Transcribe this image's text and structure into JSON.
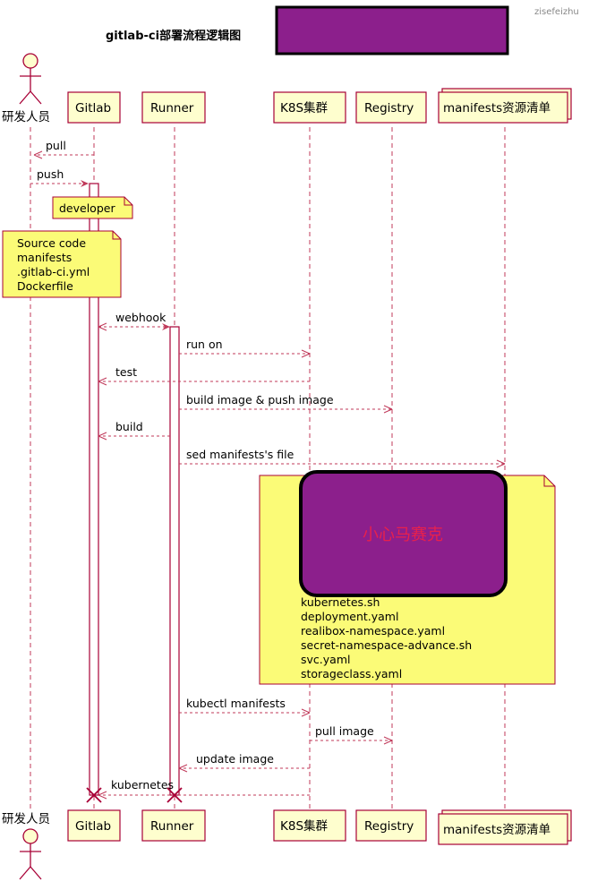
{
  "title": "gitlab-ci部署流程逻辑图",
  "watermark": "zisefeizhu",
  "participants": [
    {
      "id": "dev",
      "label": "研发人员",
      "type": "actor"
    },
    {
      "id": "gitlab",
      "label": "Gitlab",
      "type": "box"
    },
    {
      "id": "runner",
      "label": "Runner",
      "type": "box"
    },
    {
      "id": "k8s",
      "label": "K8S集群",
      "type": "box"
    },
    {
      "id": "registry",
      "label": "Registry",
      "type": "box"
    },
    {
      "id": "manifests",
      "label": "manifests资源清单",
      "type": "stack"
    }
  ],
  "messages": [
    {
      "label": "pull"
    },
    {
      "label": "push"
    },
    {
      "label": "webhook"
    },
    {
      "label": "run on"
    },
    {
      "label": "test"
    },
    {
      "label": "build image & push image"
    },
    {
      "label": "build"
    },
    {
      "label": "sed manifests's file"
    },
    {
      "label": "kubectl manifests"
    },
    {
      "label": "pull image"
    },
    {
      "label": "update image"
    },
    {
      "label": "kubernetes"
    }
  ],
  "notes": {
    "developer": [
      "developer"
    ],
    "source": [
      "Source code",
      "manifests",
      ".gitlab-ci.yml",
      "Dockerfile"
    ],
    "files": [
      "kubernetes.sh",
      "deployment.yaml",
      "realibox-namespace.yaml",
      "secret-namespace-advance.sh",
      "svc.yaml",
      "storageclass.yaml"
    ]
  },
  "mosaic_text": "小心马赛克",
  "colors": {
    "line": "#c0395a",
    "box_fill": "#fefece",
    "note_fill": "#fbfb77",
    "redaction": "#8c1f8c"
  }
}
